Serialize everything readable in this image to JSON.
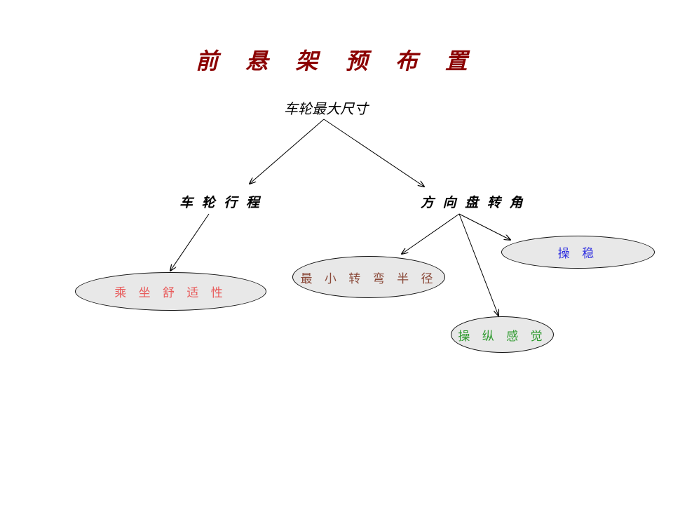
{
  "title": {
    "text": "前 悬 架 预 布 置",
    "color": "#8b0000"
  },
  "root": {
    "label": "车轮最大尺寸"
  },
  "branches": [
    {
      "label": "车 轮 行 程"
    },
    {
      "label": "方 向 盘 转 角"
    }
  ],
  "leaves": [
    {
      "label": "乘 坐 舒 适 性",
      "color": "#e85a5a"
    },
    {
      "label": "最 小 转 弯 半 径",
      "color": "#8b4a3a"
    },
    {
      "label": "操 纵 感 觉",
      "color": "#2e9a2e"
    },
    {
      "label": "操 稳",
      "color": "#3030e0"
    }
  ]
}
